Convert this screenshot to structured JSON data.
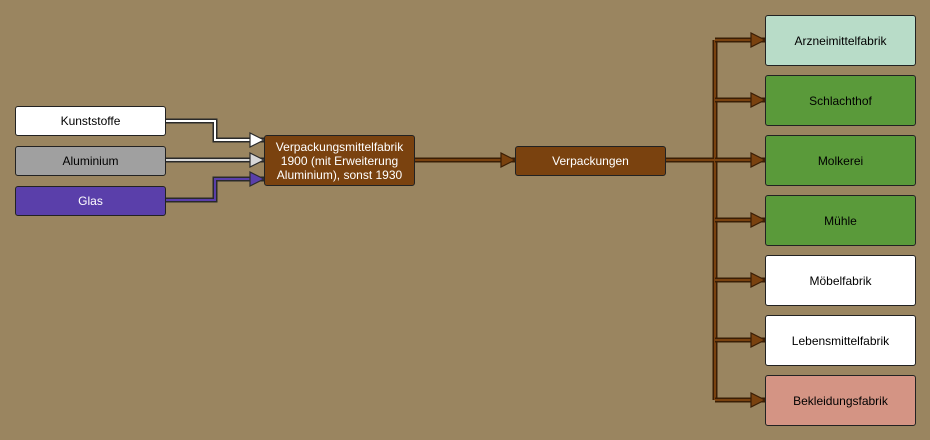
{
  "colors": {
    "background": "#9a8560",
    "brown": "#7a420f",
    "brown_line": "#6b3a10",
    "white": "#ffffff",
    "grey": "#a0a0a0",
    "purple": "#5a3faa",
    "pale_green": "#b8dcc8",
    "green": "#5a9a3a",
    "salmon": "#d49484"
  },
  "inputs": [
    {
      "label": "Kunststoffe",
      "color": "#ffffff",
      "dark_text": false
    },
    {
      "label": "Aluminium",
      "color": "#a0a0a0",
      "dark_text": false
    },
    {
      "label": "Glas",
      "color": "#5a3faa",
      "dark_text": true
    }
  ],
  "factory": {
    "label": "Verpackungsmittelfabrik 1900 (mit Erweiterung Aluminium), sonst 1930"
  },
  "product": {
    "label": "Verpackungen"
  },
  "consumers": [
    {
      "label": "Arzneimittelfabrik",
      "color": "#b8dcc8"
    },
    {
      "label": "Schlachthof",
      "color": "#5a9a3a"
    },
    {
      "label": "Molkerei",
      "color": "#5a9a3a"
    },
    {
      "label": "Mühle",
      "color": "#5a9a3a"
    },
    {
      "label": "Möbelfabrik",
      "color": "#ffffff"
    },
    {
      "label": "Lebensmittelfabrik",
      "color": "#ffffff"
    },
    {
      "label": "Bekleidungsfabrik",
      "color": "#d49484"
    }
  ]
}
